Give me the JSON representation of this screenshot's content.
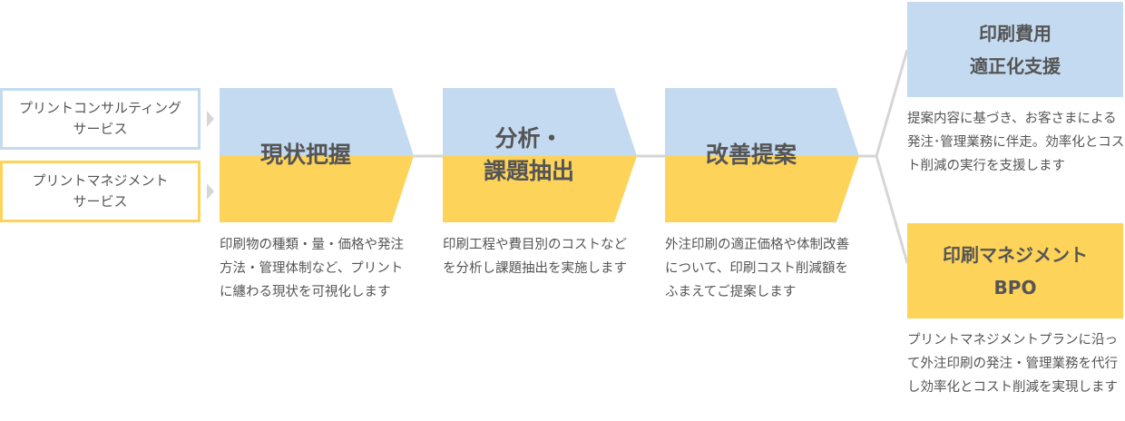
{
  "colors": {
    "blue": "#c3daf0",
    "yellow": "#fdd35a",
    "text": "#555555",
    "connector": "#d6d6d6"
  },
  "services": [
    {
      "label": "プリントコンサルティング\nサービス",
      "color": "blue"
    },
    {
      "label": "プリントマネジメント\nサービス",
      "color": "yellow"
    }
  ],
  "stages": [
    {
      "title": "現状把握",
      "description": "印刷物の種類・量・価格や発注方法・管理体制など、プリントに纏わる現状を可視化します"
    },
    {
      "title": "分析・\n課題抽出",
      "description": "印刷工程や費目別のコストなどを分析し課題抽出を実施します"
    },
    {
      "title": "改善提案",
      "description": "外注印刷の適正価格や体制改善について、印刷コスト削減額をふまえてご提案します"
    }
  ],
  "outcomes": [
    {
      "title": "印刷費用\n適正化支援",
      "color": "blue",
      "description": "提案内容に基づき、お客さまによる発注･管理業務に伴走。効率化とコスト削減の実行を支援します"
    },
    {
      "title": "印刷マネジメント\nBPO",
      "color": "yellow",
      "description": "プリントマネジメントプランに沿って外注印刷の発注・管理業務を代行し効率化とコスト削減を実現します"
    }
  ]
}
